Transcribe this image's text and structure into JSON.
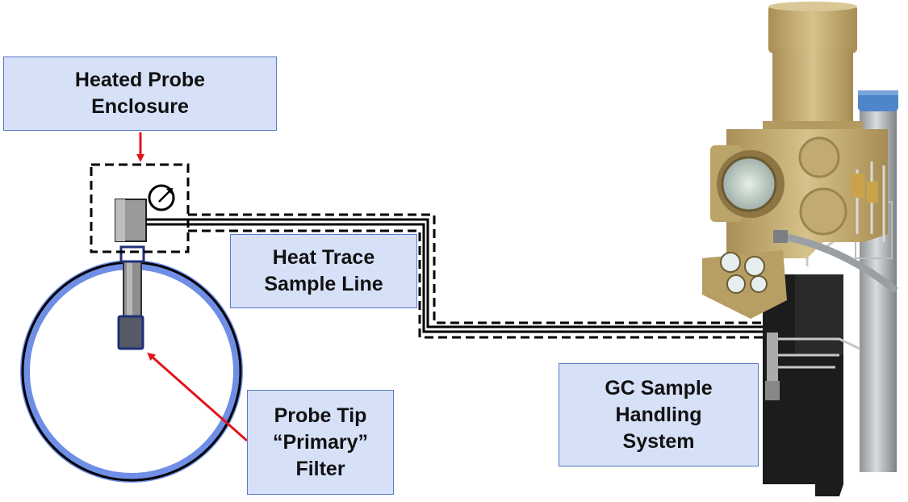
{
  "labels": {
    "enclosure": [
      "Heated Probe",
      "Enclosure"
    ],
    "sample_line": [
      "Heat Trace",
      "Sample Line"
    ],
    "probe_tip": [
      "Probe Tip",
      "“Primary”",
      "Filter"
    ],
    "gc_system": [
      "GC Sample",
      "Handling",
      "System"
    ]
  },
  "colors": {
    "label_fill": "#d6e0f7",
    "label_border": "#5a78c8",
    "pipe_ring": "#6f8ee6",
    "arrow": "#e0141a",
    "analyzer_body": "#c9b37a",
    "mounting_plate": "#1c1c1c",
    "support_pole": "#b9bcbf",
    "pole_cap": "#4f86c9"
  }
}
